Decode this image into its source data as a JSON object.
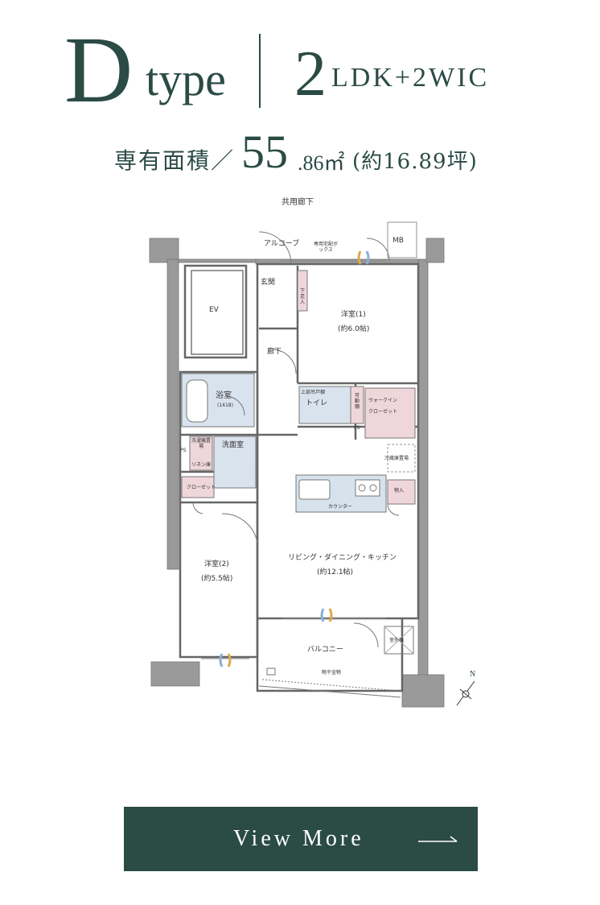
{
  "header": {
    "type_letter": "D",
    "type_word": "type",
    "plan_num": "2",
    "plan_rest": "LDK+2WIC",
    "area_label": "専有面積／",
    "area_int": "55",
    "area_dec": ".86㎡",
    "area_tsubo": "(約16.89坪)"
  },
  "floorplan": {
    "shared_corridor": "共用廊下",
    "alcove": "アルコーブ",
    "delivery_box": "専用宅配ボックス",
    "mb": "MB",
    "ev": "EV",
    "entrance": "玄関",
    "shoe_storage": "下足入",
    "hallway": "廊下",
    "room1_name": "洋室(1)",
    "room1_size": "(約6.0帖)",
    "bath_name": "浴室",
    "bath_size": "(1418)",
    "toilet": "トイレ",
    "upper_cabinet": "上部吊戸棚",
    "movable_shelf": "可動棚",
    "wic_label_1": "ウォークイン",
    "wic_label_2": "クローゼット",
    "ps1": "PS",
    "ps2": "PS",
    "washroom": "洗面室",
    "washer_space": "洗濯機置場",
    "linen": "リネン庫",
    "fridge": "冷蔵庫置場",
    "closet": "クローゼット",
    "storage": "物入",
    "counter": "カウンター",
    "ldk_name": "リビング・ダイニング・キッチン",
    "ldk_size": "(約12.1帖)",
    "room2_name": "洋室(2)",
    "room2_size": "(約5.5帖)",
    "balcony": "バルコニー",
    "laundry_hanger": "物干金物",
    "outdoor_unit": "室外機",
    "north": "N"
  },
  "cta": {
    "label": "View More"
  },
  "colors": {
    "brand": "#2b4b45",
    "bath": "#d9e3ee",
    "storage_pink": "#efd6da",
    "counter": "#d6e2ec",
    "wall": "#8b8b8b"
  }
}
